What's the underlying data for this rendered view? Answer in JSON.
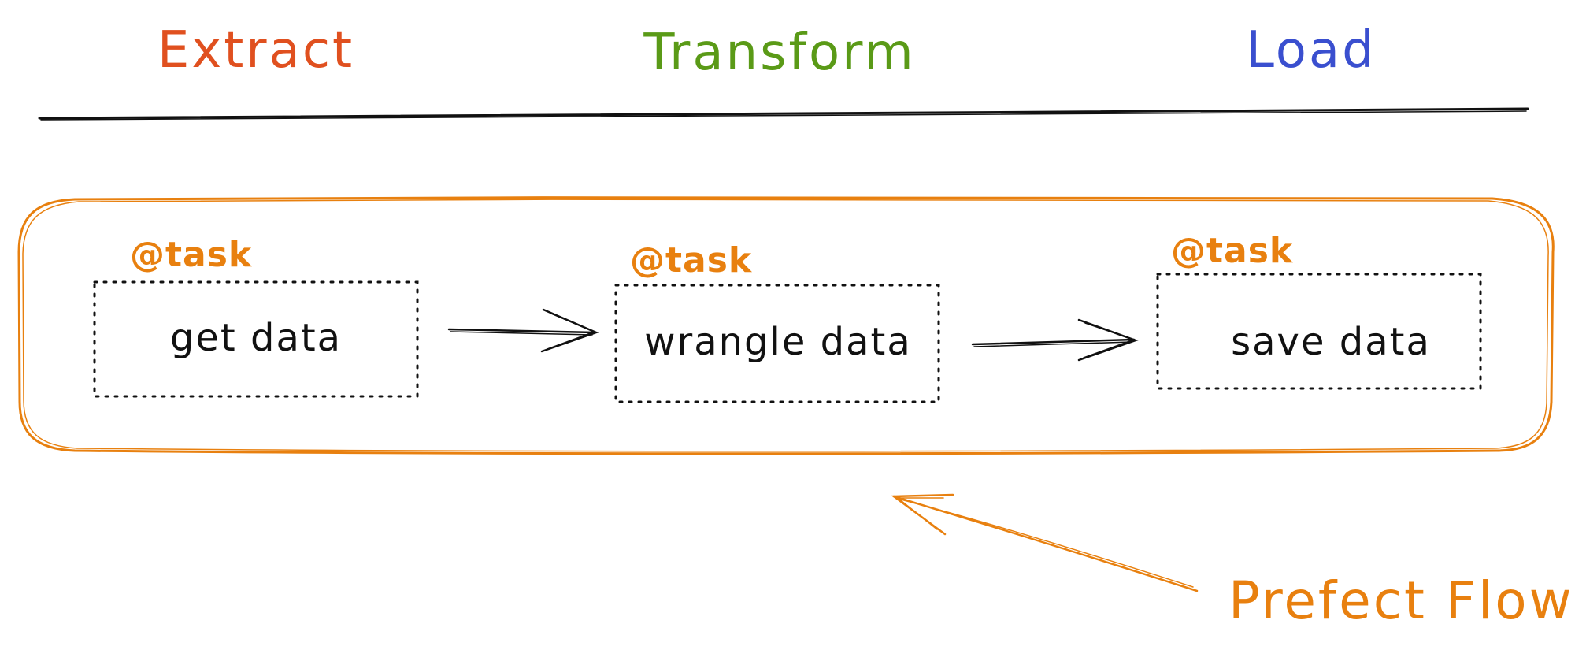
{
  "colors": {
    "extract": "#e0501f",
    "transform": "#5a9a17",
    "load": "#3a4fcf",
    "flow": "#e8800f",
    "ink": "#111111"
  },
  "phases": {
    "extract": "Extract",
    "transform": "Transform",
    "load": "Load"
  },
  "tasks": [
    {
      "decorator": "@task",
      "label": "get data"
    },
    {
      "decorator": "@task",
      "label": "wrangle data"
    },
    {
      "decorator": "@task",
      "label": "save data"
    }
  ],
  "flow_label": "Prefect Flow"
}
